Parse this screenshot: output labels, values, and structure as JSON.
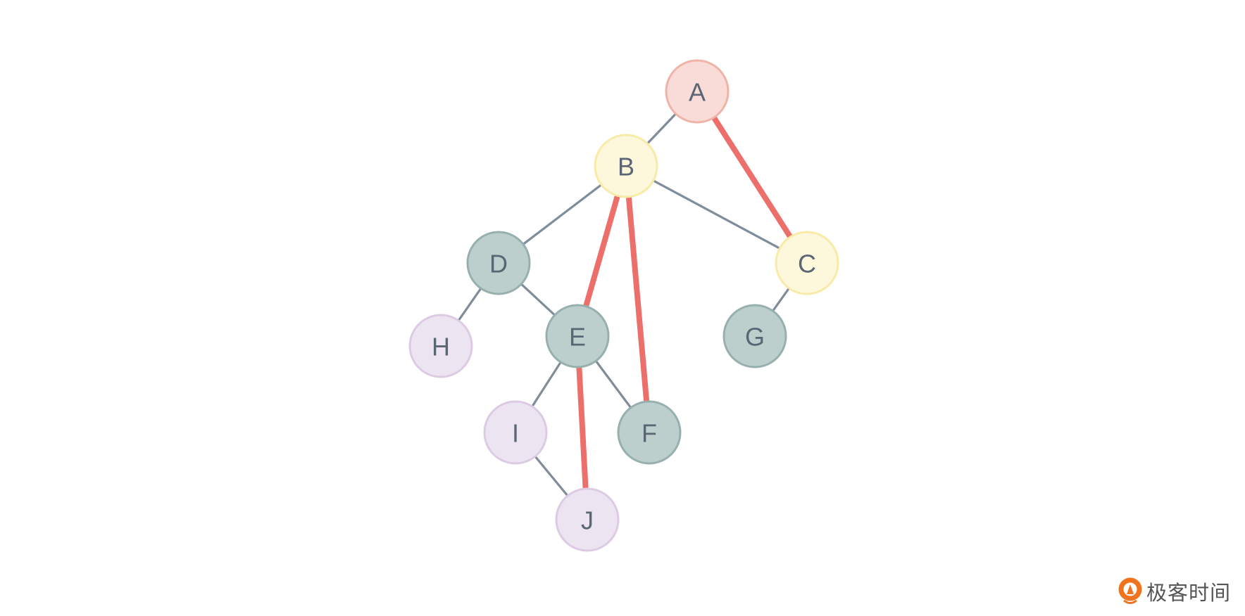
{
  "diagram": {
    "type": "graph",
    "nodes": [
      {
        "id": "A",
        "label": "A",
        "group": "root"
      },
      {
        "id": "B",
        "label": "B",
        "group": "yellow"
      },
      {
        "id": "C",
        "label": "C",
        "group": "yellow"
      },
      {
        "id": "D",
        "label": "D",
        "group": "teal"
      },
      {
        "id": "E",
        "label": "E",
        "group": "teal"
      },
      {
        "id": "F",
        "label": "F",
        "group": "teal"
      },
      {
        "id": "G",
        "label": "G",
        "group": "teal"
      },
      {
        "id": "H",
        "label": "H",
        "group": "lavender"
      },
      {
        "id": "I",
        "label": "I",
        "group": "lavender"
      },
      {
        "id": "J",
        "label": "J",
        "group": "lavender"
      }
    ],
    "edges": [
      {
        "from": "A",
        "to": "B",
        "highlight": false
      },
      {
        "from": "B",
        "to": "D",
        "highlight": false
      },
      {
        "from": "B",
        "to": "C",
        "highlight": false
      },
      {
        "from": "D",
        "to": "H",
        "highlight": false
      },
      {
        "from": "D",
        "to": "E",
        "highlight": false
      },
      {
        "from": "E",
        "to": "I",
        "highlight": false
      },
      {
        "from": "E",
        "to": "F",
        "highlight": false
      },
      {
        "from": "C",
        "to": "G",
        "highlight": false
      },
      {
        "from": "I",
        "to": "J",
        "highlight": false
      },
      {
        "from": "A",
        "to": "C",
        "highlight": true
      },
      {
        "from": "B",
        "to": "E",
        "highlight": true
      },
      {
        "from": "B",
        "to": "F",
        "highlight": true
      },
      {
        "from": "E",
        "to": "J",
        "highlight": true
      }
    ]
  },
  "colors": {
    "edge": "#7f8c99",
    "edge_highlight": "#ec6f6b",
    "root": {
      "fill": "#f9dcd8",
      "stroke": "#f0b3a7"
    },
    "yellow": {
      "fill": "#fdf8dc",
      "stroke": "#f8eba8"
    },
    "teal": {
      "fill": "#bdcfcd",
      "stroke": "#97b0ae"
    },
    "lavender": {
      "fill": "#ede4f1",
      "stroke": "#dccbe3"
    }
  },
  "watermark": {
    "text": "极客时间",
    "brand_color": "#f0741d"
  }
}
